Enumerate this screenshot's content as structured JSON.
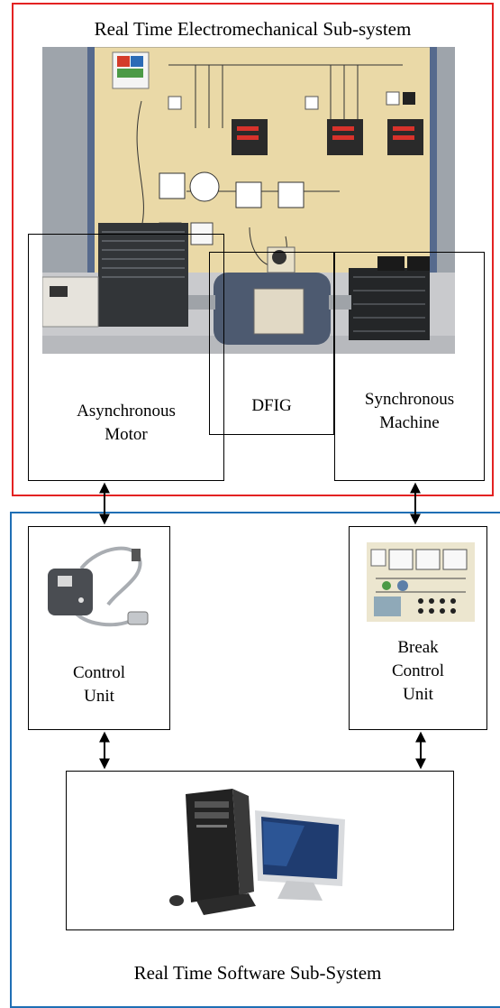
{
  "electromechanical": {
    "title": "Real Time Electromechanical Sub-system",
    "border_color": "#e32222",
    "asynchronous_motor": {
      "line1": "Asynchronous",
      "line2": "Motor"
    },
    "dfig": {
      "label": "DFIG"
    },
    "synchronous_machine": {
      "line1": "Synchronous",
      "line2": "Machine"
    }
  },
  "software": {
    "title": "Real Time Software Sub-System",
    "border_color": "#1f6fb5",
    "control_unit": {
      "line1": "Control",
      "line2": "Unit"
    },
    "break_control_unit": {
      "line1": "Break",
      "line2": "Control",
      "line3": "Unit"
    }
  }
}
